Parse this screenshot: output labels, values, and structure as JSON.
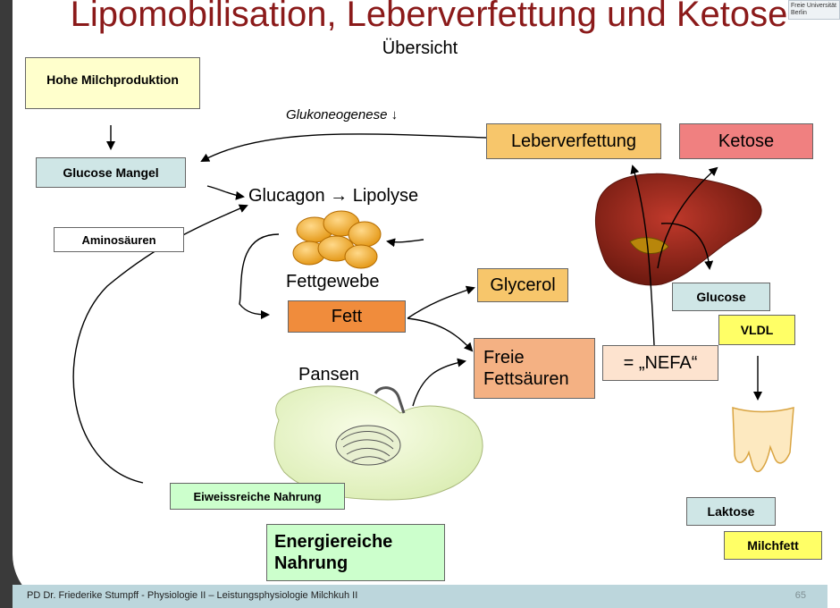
{
  "title": "Lipomobilisation, Leberverfettung und Ketose",
  "subtitle": "Übersicht",
  "logo_text": "Freie Universität Berlin",
  "labels": {
    "hohe_milchproduktion": "Hohe Milchproduktion",
    "glucose_mangel": "Glucose Mangel",
    "aminosaeuren": "Aminosäuren",
    "eiweissreiche_nahrung": "Eiweissreiche Nahrung",
    "energiereiche_nahrung": "Energiereiche Nahrung",
    "glukoneogenese": "Glukoneogenese ↓",
    "glucagon_lipolyse": "Glucagon → Lipolyse",
    "fettgewebe": "Fettgewebe",
    "fett": "Fett",
    "glycerol": "Glycerol",
    "freie_fettsaeuren": "Freie Fettsäuren",
    "nefa": "= „NEFA“",
    "pansen": "Pansen",
    "leberverfettung": "Leberverfettung",
    "ketose": "Ketose",
    "glucose": "Glucose",
    "vldl": "VLDL",
    "laktose": "Laktose",
    "milchfett": "Milchfett"
  },
  "colors": {
    "title": "#8b1a1a",
    "cream_box": "#ffffcc",
    "blue_box": "#cfe6e6",
    "orange_box": "#f4b183",
    "fett_box": "#f08c3c",
    "gold_box": "#f7c66b",
    "ketose_box": "#f08080",
    "yellow_box": "#ffff66",
    "green_box": "#ccffcc",
    "footer": "#bcd6dc"
  },
  "footer": {
    "text": "PD Dr. Friederike Stumpff - Physiologie II – Leistungsphysiologie Milchkuh II",
    "page": "65"
  }
}
